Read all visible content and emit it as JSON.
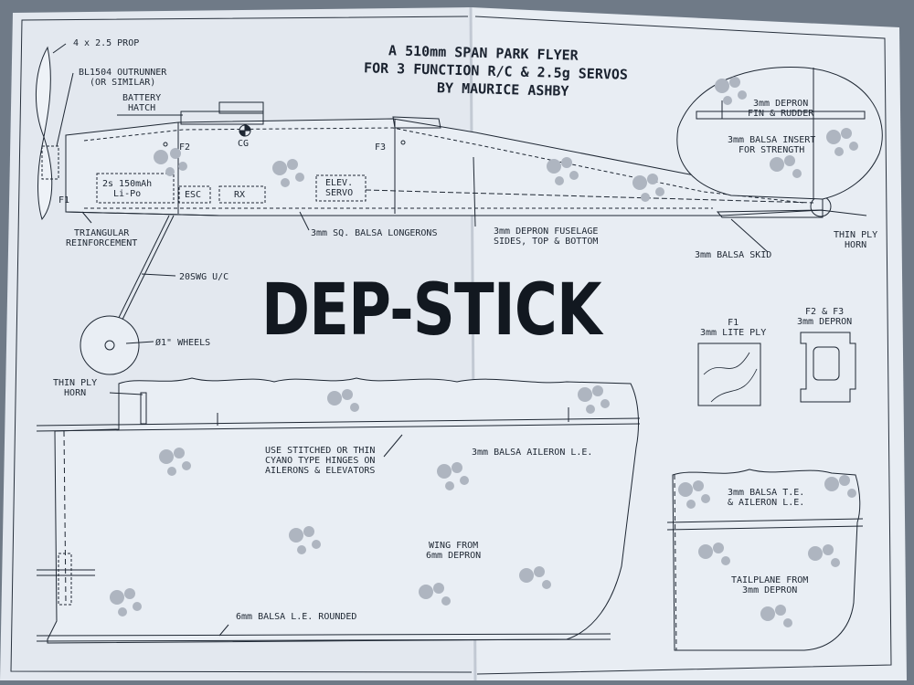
{
  "title_lines": [
    "A 510mm SPAN PARK FLYER",
    "FOR 3 FUNCTION R/C & 2.5g SERVOS",
    "BY MAURICE ASHBY"
  ],
  "brand": "DEP-STICK",
  "labels": {
    "prop": "4 x 2.5 PROP",
    "motor": "BL1504 OUTRUNNER\n(OR SIMILAR)",
    "battery_hatch": "BATTERY\nHATCH",
    "cg": "CG",
    "f2": "F2",
    "f3": "F3",
    "f1": "F1",
    "battery": "2s 150mAh\nLi-Po",
    "esc": "ESC",
    "rx": "RX",
    "elev_servo": "ELEV.\nSERVO",
    "triangular": "TRIANGULAR\nREINFORCEMENT",
    "longerons": "3mm SQ. BALSA LONGERONS",
    "fuselage_sides": "3mm DEPRON FUSELAGE\nSIDES, TOP & BOTTOM",
    "fin_rudder": "3mm DEPRON\nFIN & RUDDER",
    "balsa_insert": "3mm BALSA INSERT\nFOR STRENGTH",
    "thin_ply_horn_tail": "THIN PLY\nHORN",
    "balsa_skid": "3mm BALSA SKID",
    "uc": "20SWG U/C",
    "wheels": "Ø1\" WHEELS",
    "f1_caption": "F1\n3mm LITE PLY",
    "f2f3_caption": "F2 & F3\n3mm DEPRON",
    "thin_ply_horn_wing": "THIN PLY\nHORN",
    "hinges": "USE STITCHED OR THIN\nCYANO TYPE HINGES ON\nAILERONS & ELEVATORS",
    "aileron_le": "3mm BALSA AILERON L.E.",
    "wing": "WING FROM\n6mm DEPRON",
    "wing_le": "6mm BALSA L.E. ROUNDED",
    "tail_te": "3mm BALSA T.E.\n& AILERON L.E.",
    "tailplane": "TAILPLANE FROM\n3mm DEPRON"
  },
  "colors": {
    "paper": "#e6ebf2",
    "ink": "#1e2733",
    "dots": "#aeb5c0",
    "background": "#6f7a87"
  }
}
